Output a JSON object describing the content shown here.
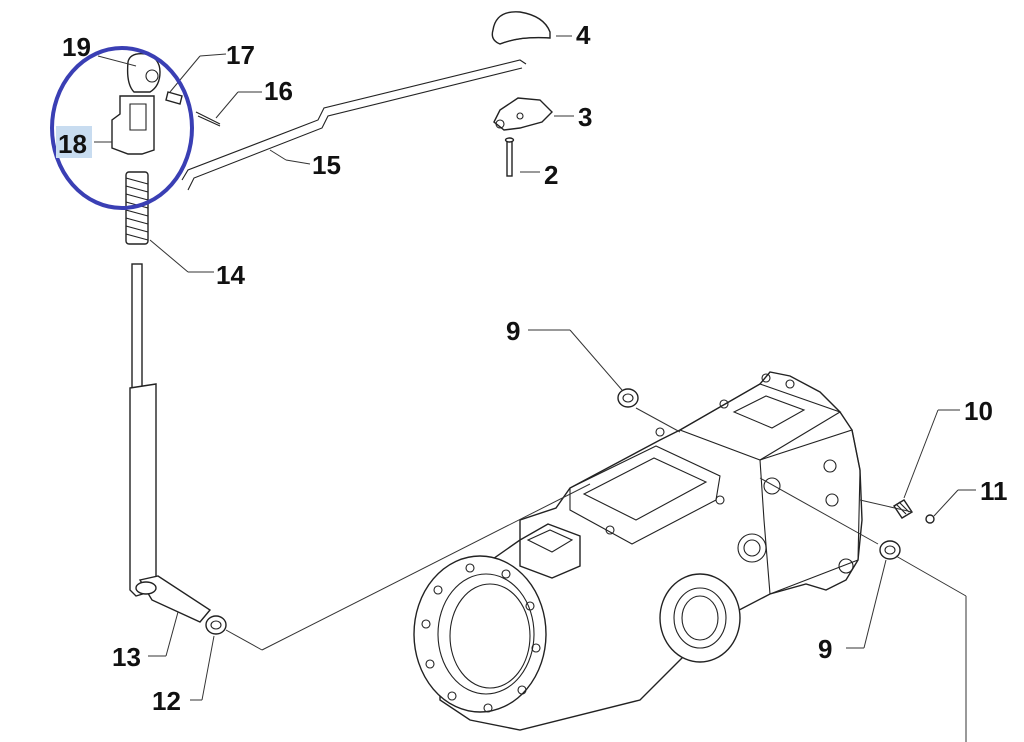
{
  "callouts": {
    "c2": "2",
    "c3": "3",
    "c4": "4",
    "c9a": "9",
    "c9b": "9",
    "c10": "10",
    "c11": "11",
    "c12": "12",
    "c13": "13",
    "c14": "14",
    "c15": "15",
    "c16": "16",
    "c17": "17",
    "c18": "18",
    "c19": "19"
  },
  "highlight": {
    "selected_part": "18",
    "selected_color": "#c8dcf0",
    "circle_color": "#3a3fb4"
  },
  "colors": {
    "line": "#222222",
    "background": "#ffffff"
  }
}
